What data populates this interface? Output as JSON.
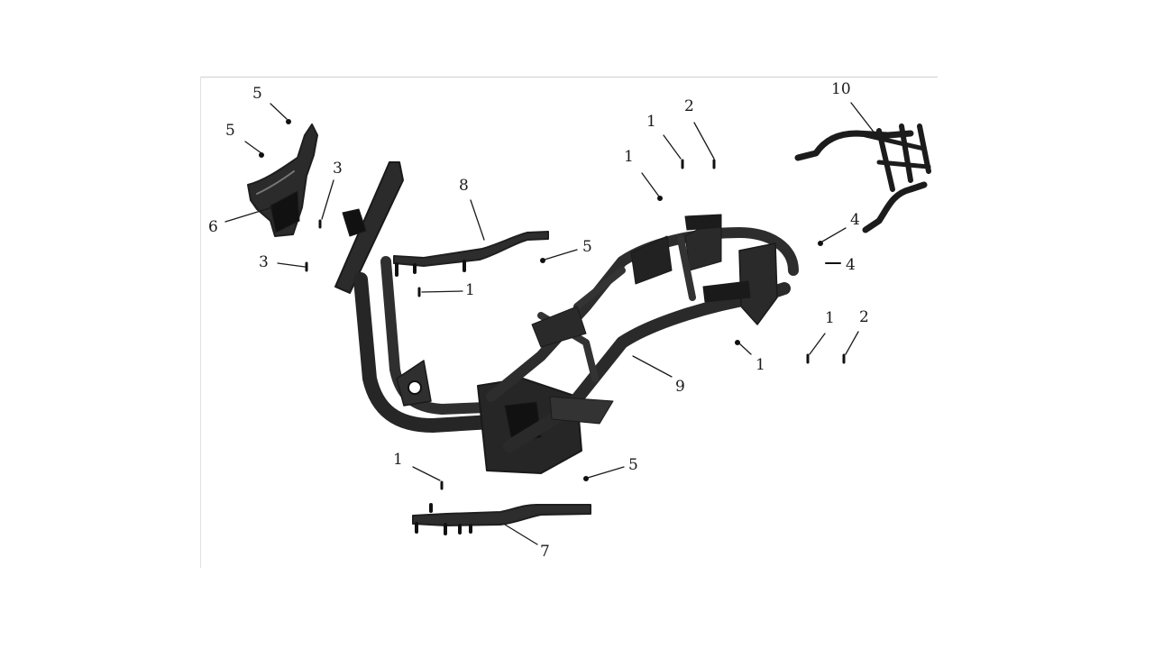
{
  "diagram": {
    "callouts": [
      {
        "id": "c-5a",
        "text": "5"
      },
      {
        "id": "c-5b",
        "text": "5"
      },
      {
        "id": "c-3a",
        "text": "3"
      },
      {
        "id": "c-6",
        "text": "6"
      },
      {
        "id": "c-3b",
        "text": "3"
      },
      {
        "id": "c-8",
        "text": "8"
      },
      {
        "id": "c-5c",
        "text": "5"
      },
      {
        "id": "c-1a",
        "text": "1"
      },
      {
        "id": "c-1b",
        "text": "1"
      },
      {
        "id": "c-2a",
        "text": "2"
      },
      {
        "id": "c-1c",
        "text": "1"
      },
      {
        "id": "c-10",
        "text": "10"
      },
      {
        "id": "c-4a",
        "text": "4"
      },
      {
        "id": "c-4b",
        "text": "4"
      },
      {
        "id": "c-1d",
        "text": "1"
      },
      {
        "id": "c-2b",
        "text": "2"
      },
      {
        "id": "c-1e",
        "text": "1"
      },
      {
        "id": "c-9",
        "text": "9"
      },
      {
        "id": "c-1f",
        "text": "1"
      },
      {
        "id": "c-5d",
        "text": "5"
      },
      {
        "id": "c-7",
        "text": "7"
      }
    ],
    "colors": {
      "part": "#2a2a2a",
      "part_dark": "#121212",
      "leader": "#1a1a1a",
      "text": "#1a1a1a"
    }
  }
}
